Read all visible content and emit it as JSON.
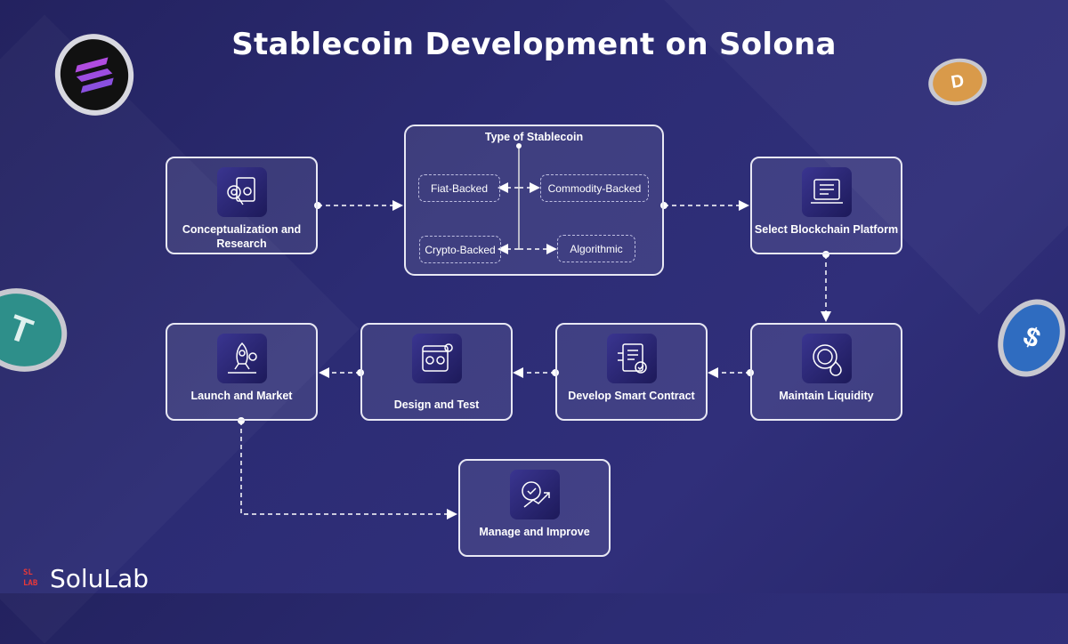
{
  "title": "Stablecoin Development on Solona",
  "steps": {
    "concept": "Conceptualization and Research",
    "select": "Select Blockchain Platform",
    "maintain": "Maintain Liquidity",
    "develop": "Develop Smart Contract",
    "design": "Design and Test",
    "launch": "Launch and Market",
    "manage": "Manage and Improve"
  },
  "types": {
    "title": "Type of Stablecoin",
    "fiat": "Fiat-Backed",
    "commodity": "Commodity-Backed",
    "crypto": "Crypto-Backed",
    "algorithmic": "Algorithmic"
  },
  "brand": {
    "name": "SoluLab",
    "mark": "SL LAB",
    "color": "#e83838"
  }
}
